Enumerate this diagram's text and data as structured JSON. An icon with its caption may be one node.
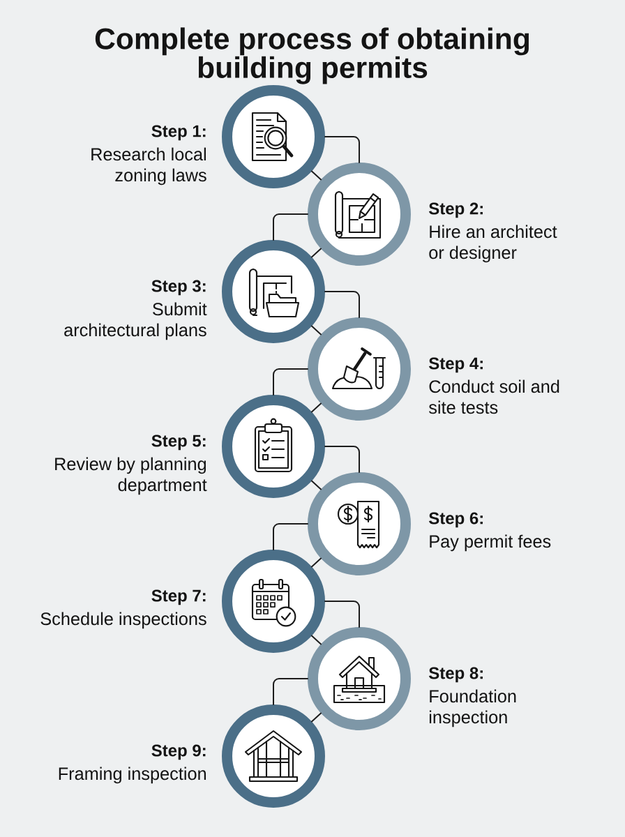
{
  "diagram": {
    "title": "Complete process of obtaining building permits",
    "nodes": [
      {
        "text": [],
        "shape": "circle",
        "beside": [
          "Step 1:",
          "Research local zoning laws"
        ]
      },
      {
        "text": [],
        "shape": "circle",
        "beside": [
          "Step 2:",
          "Hire an architect or designer"
        ]
      },
      {
        "text": [],
        "shape": "circle",
        "beside": [
          "Step 3:",
          "Submit architectural plans"
        ]
      },
      {
        "text": [],
        "shape": "circle",
        "beside": [
          "Step 4:",
          "Conduct soil and site tests"
        ]
      },
      {
        "text": [],
        "shape": "circle",
        "beside": [
          "Step 5:",
          "Review by planning department"
        ]
      },
      {
        "text": [],
        "shape": "circle",
        "beside": [
          "Step 6:",
          "Pay permit fees"
        ]
      },
      {
        "text": [],
        "shape": "circle",
        "beside": [
          "Step 7:",
          "Schedule inspections"
        ]
      },
      {
        "text": [],
        "shape": "circle",
        "beside": [
          "Step 8:",
          "Foundation inspection"
        ]
      },
      {
        "text": [],
        "shape": "circle",
        "beside": [
          "Step 9:",
          "Framing inspection"
        ]
      }
    ],
    "edges": [
      {
        "from": 0,
        "to": 1,
        "arrow": "none"
      },
      {
        "from": 0,
        "to": 1,
        "arrow": "none"
      },
      {
        "from": 1,
        "to": 2,
        "arrow": "none"
      },
      {
        "from": 1,
        "to": 2,
        "arrow": "none"
      },
      {
        "from": 2,
        "to": 3,
        "arrow": "none"
      },
      {
        "from": 2,
        "to": 3,
        "arrow": "none"
      },
      {
        "from": 3,
        "to": 4,
        "arrow": "none"
      },
      {
        "from": 3,
        "to": 4,
        "arrow": "none"
      },
      {
        "from": 4,
        "to": 5,
        "arrow": "none"
      },
      {
        "from": 4,
        "to": 5,
        "arrow": "none"
      },
      {
        "from": 5,
        "to": 6,
        "arrow": "none"
      },
      {
        "from": 5,
        "to": 6,
        "arrow": "none"
      },
      {
        "from": 6,
        "to": 7,
        "arrow": "none"
      },
      {
        "from": 6,
        "to": 7,
        "arrow": "none"
      },
      {
        "from": 7,
        "to": 8,
        "arrow": "none"
      },
      {
        "from": 7,
        "to": 8,
        "arrow": "none"
      }
    ]
  }
}
